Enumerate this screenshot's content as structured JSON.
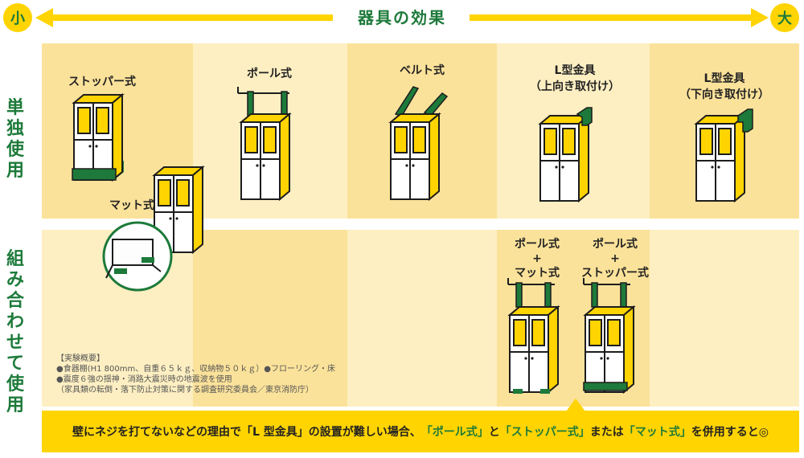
{
  "header": {
    "left_badge": "小",
    "right_badge": "大",
    "title": "器具の効果"
  },
  "rows": {
    "single": "単独使用",
    "combined": "組み合わせて使用"
  },
  "methods": {
    "stopper": "ストッパー式",
    "pole": "ポール式",
    "belt": "ベルト式",
    "l_up": [
      "L型金具",
      "（上向き取付け）"
    ],
    "l_down": [
      "L型金具",
      "（下向き取付け）"
    ],
    "mat": "マット式",
    "pole_mat": [
      "ポール式",
      "+",
      "マット式"
    ],
    "pole_stopper": [
      "ポール式",
      "+",
      "ストッパー式"
    ]
  },
  "notes": [
    "【実験概要】",
    "●食器棚(H1 800mm、自重６５ｋｇ、収納物５０ｋｇ）●フローリング・床",
    "●震度６強の揺神・消路大震災時の地震波を使用",
    "（家具類の転倒・落下防止対策に関する調査研究委員会／東京消防庁）"
  ],
  "banner": {
    "part1": "壁にネジを打てないなどの理由で「L 型金具」の設置が難しい場合、",
    "part2": "「ポール式」",
    "part3": "と",
    "part4": "「ストッパー式」",
    "part5": "または",
    "part6": "「マット式」",
    "part7": "を併用すると◎"
  },
  "colors": {
    "green": "#1d7a3a",
    "yellow": "#ffd400",
    "cell_dark": "#fbe29a",
    "cell_light": "#fdefc2"
  }
}
